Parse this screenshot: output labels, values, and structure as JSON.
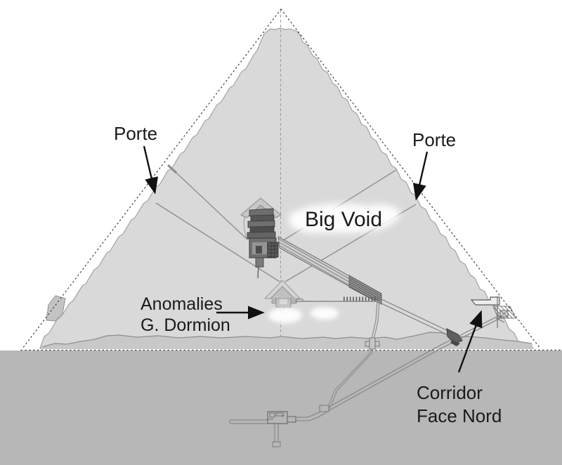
{
  "labels": {
    "porte_left": "Porte",
    "porte_right": "Porte",
    "big_void": "Big Void",
    "anomalies_line1": "Anomalies",
    "anomalies_line2": "G. Dormion",
    "corridor_line1": "Corridor",
    "corridor_line2": "Face Nord"
  },
  "colors": {
    "background": "#ffffff",
    "pyramid_fill": "#d9d9d9",
    "pyramid_outline": "#a2a2a2",
    "ground_fill": "#b7b7b7",
    "bedrock_band": "#c8c8c8",
    "corridor_line": "#8a8a8a",
    "structure_dark": "#5f5f5f",
    "void_highlight": "#ffffff",
    "label_text": "#1a1a1a",
    "arrow": "#111111"
  }
}
